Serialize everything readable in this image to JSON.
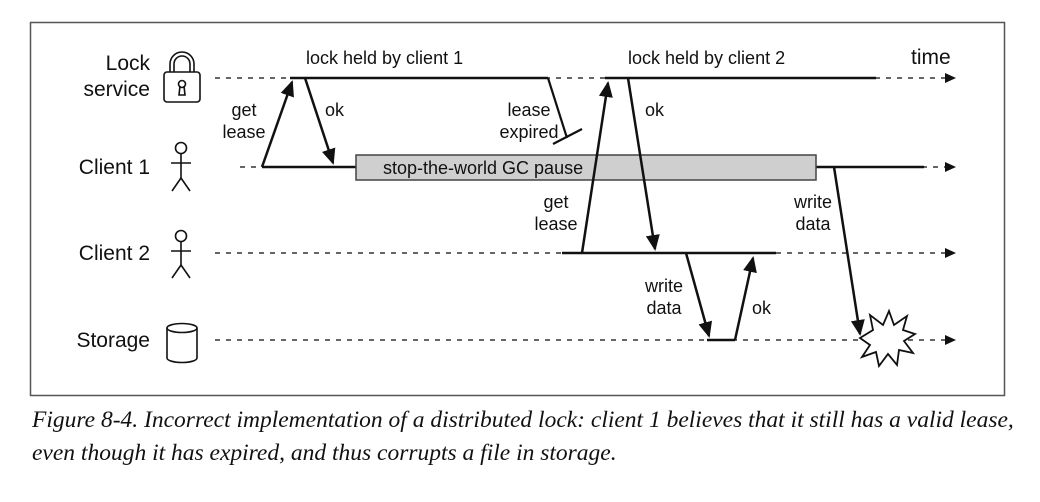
{
  "actors": {
    "lock_service": [
      "Lock",
      "service"
    ],
    "client1": "Client 1",
    "client2": "Client 2",
    "storage": "Storage"
  },
  "labels": {
    "time": "time",
    "lock_held_c1": "lock held by client 1",
    "lock_held_c2": "lock held by client 2",
    "get_lease_1": [
      "get",
      "lease"
    ],
    "ok_1": "ok",
    "lease_expired": [
      "lease",
      "expired"
    ],
    "gc_pause": "stop-the-world GC pause",
    "get_lease_2": [
      "get",
      "lease"
    ],
    "ok_2": "ok",
    "write_data_c2": [
      "write",
      "data"
    ],
    "ok_3": "ok",
    "write_data_c1": [
      "write",
      "data"
    ]
  },
  "caption": "Figure 8-4. Incorrect implementation of a distributed lock: client 1 believes that it still has a valid lease, even though it has expired, and thus corrupts a file in storage."
}
